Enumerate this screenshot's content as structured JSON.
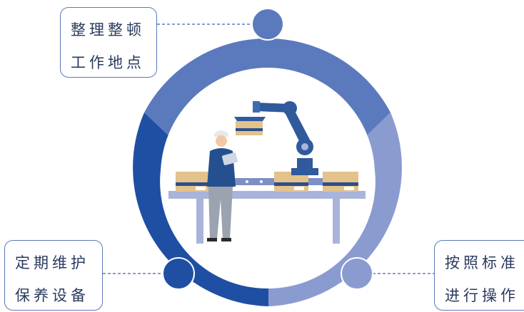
{
  "callouts": {
    "top_left": {
      "line1": "整理整顿",
      "line2": "工作地点"
    },
    "bottom_left": {
      "line1": "定期维护",
      "line2": "保养设备"
    },
    "bottom_right": {
      "line1": "按照标准",
      "line2": "进行操作"
    }
  },
  "ring_segments": [
    {
      "name": "top",
      "color": "#5b79bd"
    },
    {
      "name": "left",
      "color": "#1f4fa3"
    },
    {
      "name": "right",
      "color": "#8a9bd0"
    }
  ],
  "colors": {
    "node_fill": "#5b79bd",
    "connector": "#3a66b0",
    "conveyor": "#a9b4da",
    "box": "#e4c28c",
    "box_band": "#2d4f8c",
    "robot": "#2f5a9c",
    "worker_shirt": "#24508f",
    "worker_pants": "#9aa3af"
  }
}
